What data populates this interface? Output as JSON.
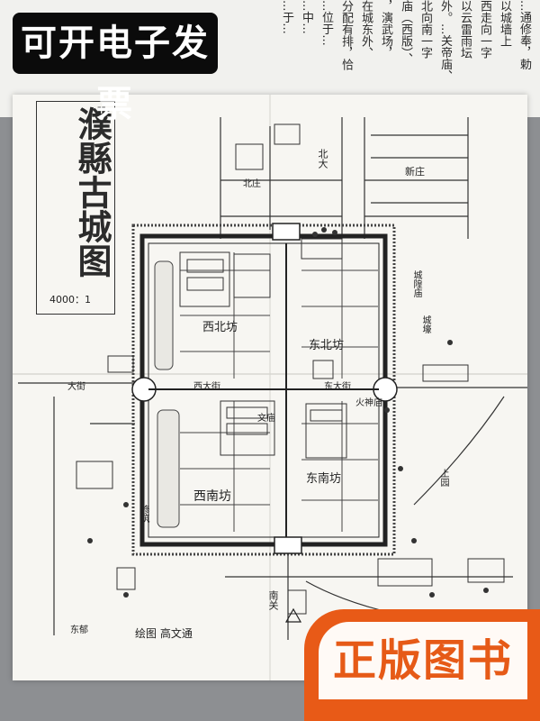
{
  "top_page": {
    "columns": [
      "...通修奉，勅",
      "以城墙上",
      "西走向一字",
      "以云雷雨坛",
      "外。...关帝庙、",
      "北向南一字",
      "庙（西版）、",
      "，演武场，",
      "在城东外、",
      "分配有排，恰",
      "...位于...",
      "...中...",
      "...于..."
    ]
  },
  "map": {
    "title": "濮縣古城图",
    "scale": "4000：1",
    "labels": {
      "north_street": "北大",
      "north_quarter": "北庄",
      "xinzhuang": "新庄",
      "west_north_fang": "西北坊",
      "east_north_fang": "东北坊",
      "west_south_fang": "西南坊",
      "east_south_fang": "东南坊",
      "street_west": "西大街",
      "street_east": "东大街",
      "city_god": "城隍庙",
      "dajie": "大街",
      "nanguan": "南关",
      "moat": "城壕",
      "huoshen": "火神庙",
      "wenmiao": "文庙",
      "xiuzhu": "修筑",
      "shangyuan": "上园",
      "dongyu": "东郁",
      "author": "绘图 高文通"
    }
  },
  "banners": {
    "top": "可开电子发票",
    "bottom": "正版图书"
  },
  "colors": {
    "banner_top_bg": "#0b0b0b",
    "banner_bottom_accent": "#e85a17",
    "paper": "#f7f6f2",
    "ink": "#2b2b2b"
  }
}
